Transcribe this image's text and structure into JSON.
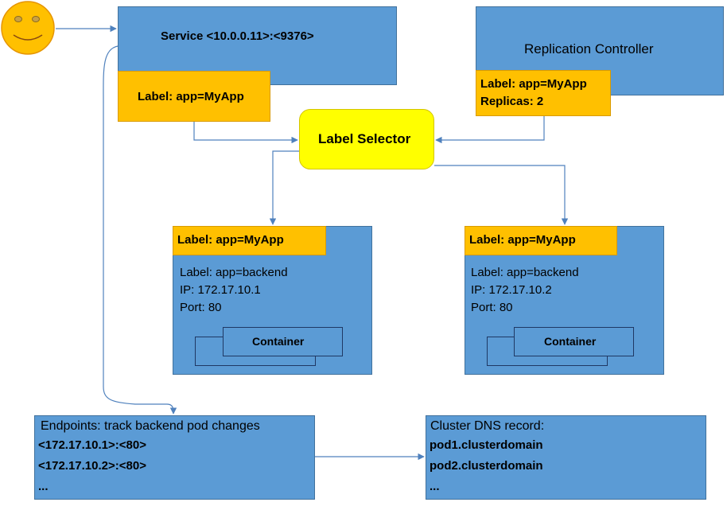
{
  "service": {
    "title": "Service <10.0.0.11>:<9376>",
    "label": "Label: app=MyApp"
  },
  "replication_controller": {
    "title": "Replication Controller",
    "label": "Label: app=MyApp",
    "replicas": "Replicas: 2"
  },
  "label_selector": {
    "text": "Label Selector"
  },
  "pods": [
    {
      "selector_label": "Label: app=MyApp",
      "label": "Label: app=backend",
      "ip": "IP: 172.17.10.1",
      "port": "Port: 80",
      "container": "Container"
    },
    {
      "selector_label": "Label: app=MyApp",
      "label": "Label: app=backend",
      "ip": "IP: 172.17.10.2",
      "port": "Port: 80",
      "container": "Container"
    }
  ],
  "endpoints": {
    "title": "Endpoints: track backend pod changes",
    "lines": [
      "<172.17.10.1>:<80>",
      "<172.17.10.2>:<80>",
      "..."
    ]
  },
  "dns": {
    "title": "Cluster DNS record:",
    "lines": [
      "pod1.clusterdomain",
      "pod2.clusterdomain",
      "..."
    ]
  },
  "colors": {
    "box_blue": "#5b9bd5",
    "label_orange": "#ffc000",
    "selector_yellow": "#ffff00",
    "arrow": "#5b9bd5",
    "smiley": "#ffc000"
  }
}
